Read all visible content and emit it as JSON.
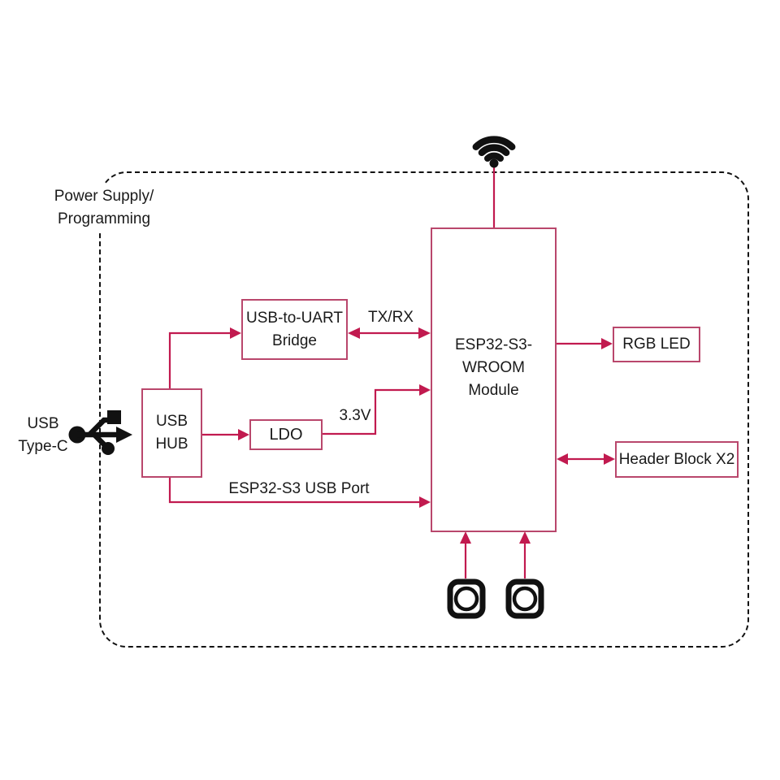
{
  "colors": {
    "line": "#c11a4f",
    "box_border": "#b9476c",
    "icon": "#111111"
  },
  "region": {
    "label_line1": "Power Supply/",
    "label_line2": "Programming"
  },
  "nodes": {
    "usb_hub": {
      "lines": [
        "USB",
        "HUB"
      ]
    },
    "bridge": {
      "lines": [
        "USB-to-UART",
        "Bridge"
      ]
    },
    "ldo": {
      "label": "LDO"
    },
    "esp32": {
      "lines": [
        "ESP32-S3-",
        "WROOM",
        "Module"
      ]
    },
    "rgb_led": {
      "label": "RGB LED"
    },
    "header_block": {
      "label": "Header Block X2"
    }
  },
  "connectors": {
    "tx_rx": "TX/RX",
    "v33": "3.3V",
    "usb_port": "ESP32-S3 USB Port"
  },
  "input": {
    "usb_line1": "USB",
    "usb_line2": "Type-C"
  },
  "icons": {
    "wifi": "wifi-icon",
    "usb": "usb-trident-icon",
    "buttons": [
      "push-button-icon",
      "push-button-icon"
    ]
  }
}
